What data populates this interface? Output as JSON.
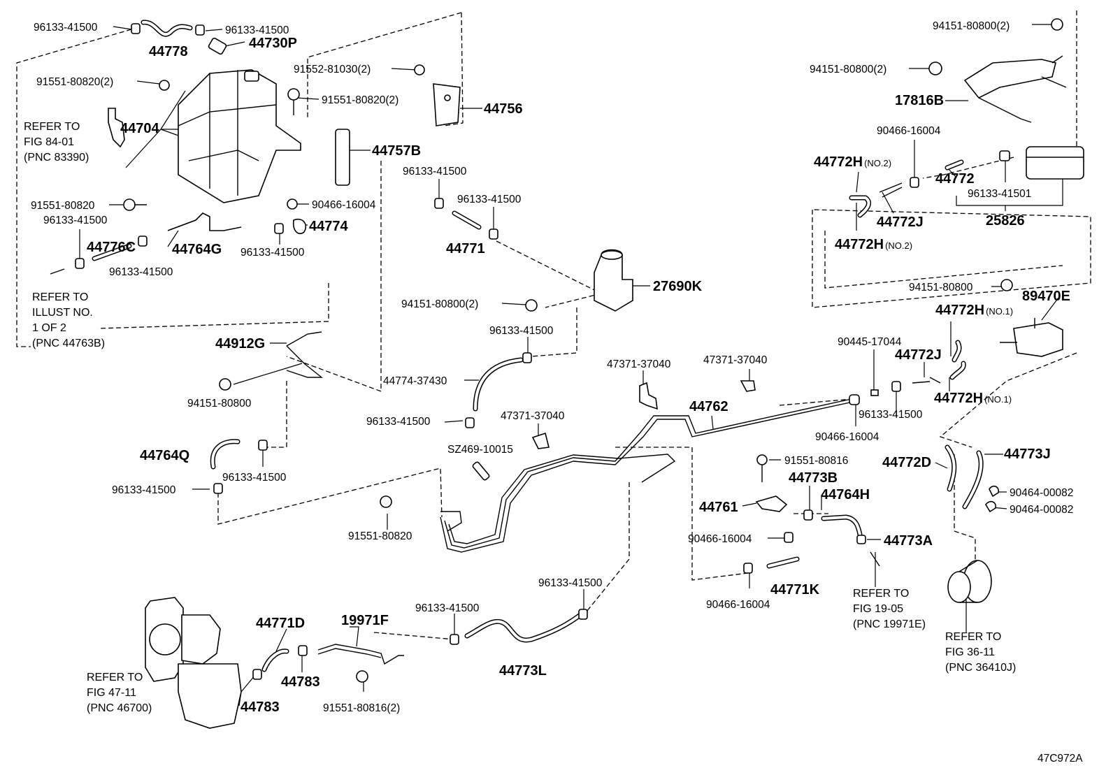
{
  "labels": {
    "l1": "96133-41500",
    "l2": "44778",
    "l3": "96133-41500",
    "l4": "44730P",
    "l5": "91551-80820(2)",
    "l6": "91552-81030(2)",
    "l7": "91551-80820(2)",
    "l8": "44756",
    "l9": "44704",
    "l10": "44757B",
    "l11": "91551-80820",
    "l12": "90466-16004",
    "l13": "96133-41500",
    "l14": "96133-41500",
    "l15": "96133-41500",
    "l16": "44776C",
    "l17": "44764G",
    "l18": "44774",
    "l19": "96133-41500",
    "l20": "96133-41500",
    "l21": "44771",
    "l22": "27690K",
    "l23": "94151-80800(2)",
    "l24": "96133-41500",
    "l25": "44912G",
    "l26": "94151-80800",
    "l27": "44774-37430",
    "l28": "96133-41500",
    "l29": "47371-37040",
    "l30": "SZ469-10015",
    "l31": "44764Q",
    "l32": "96133-41500",
    "l33": "96133-41500",
    "l34": "91551-80820",
    "l35": "47371-37040",
    "l36": "47371-37040",
    "l37": "44762",
    "l38": "90445-17044",
    "l39": "96133-41500",
    "l40": "90466-16004",
    "l41": "91551-80816",
    "l42": "44773B",
    "l43": "44761",
    "l44": "44764H",
    "l45": "90466-16004",
    "l46": "44773A",
    "l47": "90466-16004",
    "l48": "44771K",
    "l49": "96133-41500",
    "l50": "96133-41500",
    "l51": "44771D",
    "l52": "19971F",
    "l53": "44783",
    "l54": "44773L",
    "l55": "44783",
    "l56": "91551-80816(2)",
    "l57": "94151-80800(2)",
    "l58": "94151-80800(2)",
    "l59": "17816B",
    "l60": "90466-16004",
    "l61": "44772",
    "l62": "96133-41501",
    "l63": "44772J",
    "l64": "25826",
    "l65": "94151-80800",
    "l66": "89470E",
    "l67": "44772J",
    "l68": "44772D",
    "l69": "44773J",
    "l70": "90464-00082",
    "l71": "90464-00082"
  },
  "suffixed": {
    "s1": {
      "code": "44772H",
      "qual": "(NO.2)"
    },
    "s2": {
      "code": "44772H",
      "qual": "(NO.2)"
    },
    "s3": {
      "code": "44772H",
      "qual": "(NO.1)"
    },
    "s4": {
      "code": "44772H",
      "qual": "(NO.1)"
    }
  },
  "references": {
    "r1": [
      "REFER TO",
      "FIG 84-01",
      "(PNC 83390)"
    ],
    "r2": [
      "REFER TO",
      "ILLUST NO.",
      "1 OF 2",
      "(PNC 44763B)"
    ],
    "r3": [
      "REFER TO",
      "FIG 47-11",
      "(PNC 46700)"
    ],
    "r4": [
      "REFER TO",
      "FIG 19-05",
      "(PNC 19971E)"
    ],
    "r5": [
      "REFER TO",
      "FIG 36-11",
      "(PNC 36410J)"
    ]
  },
  "illustration_code": "47C972A"
}
